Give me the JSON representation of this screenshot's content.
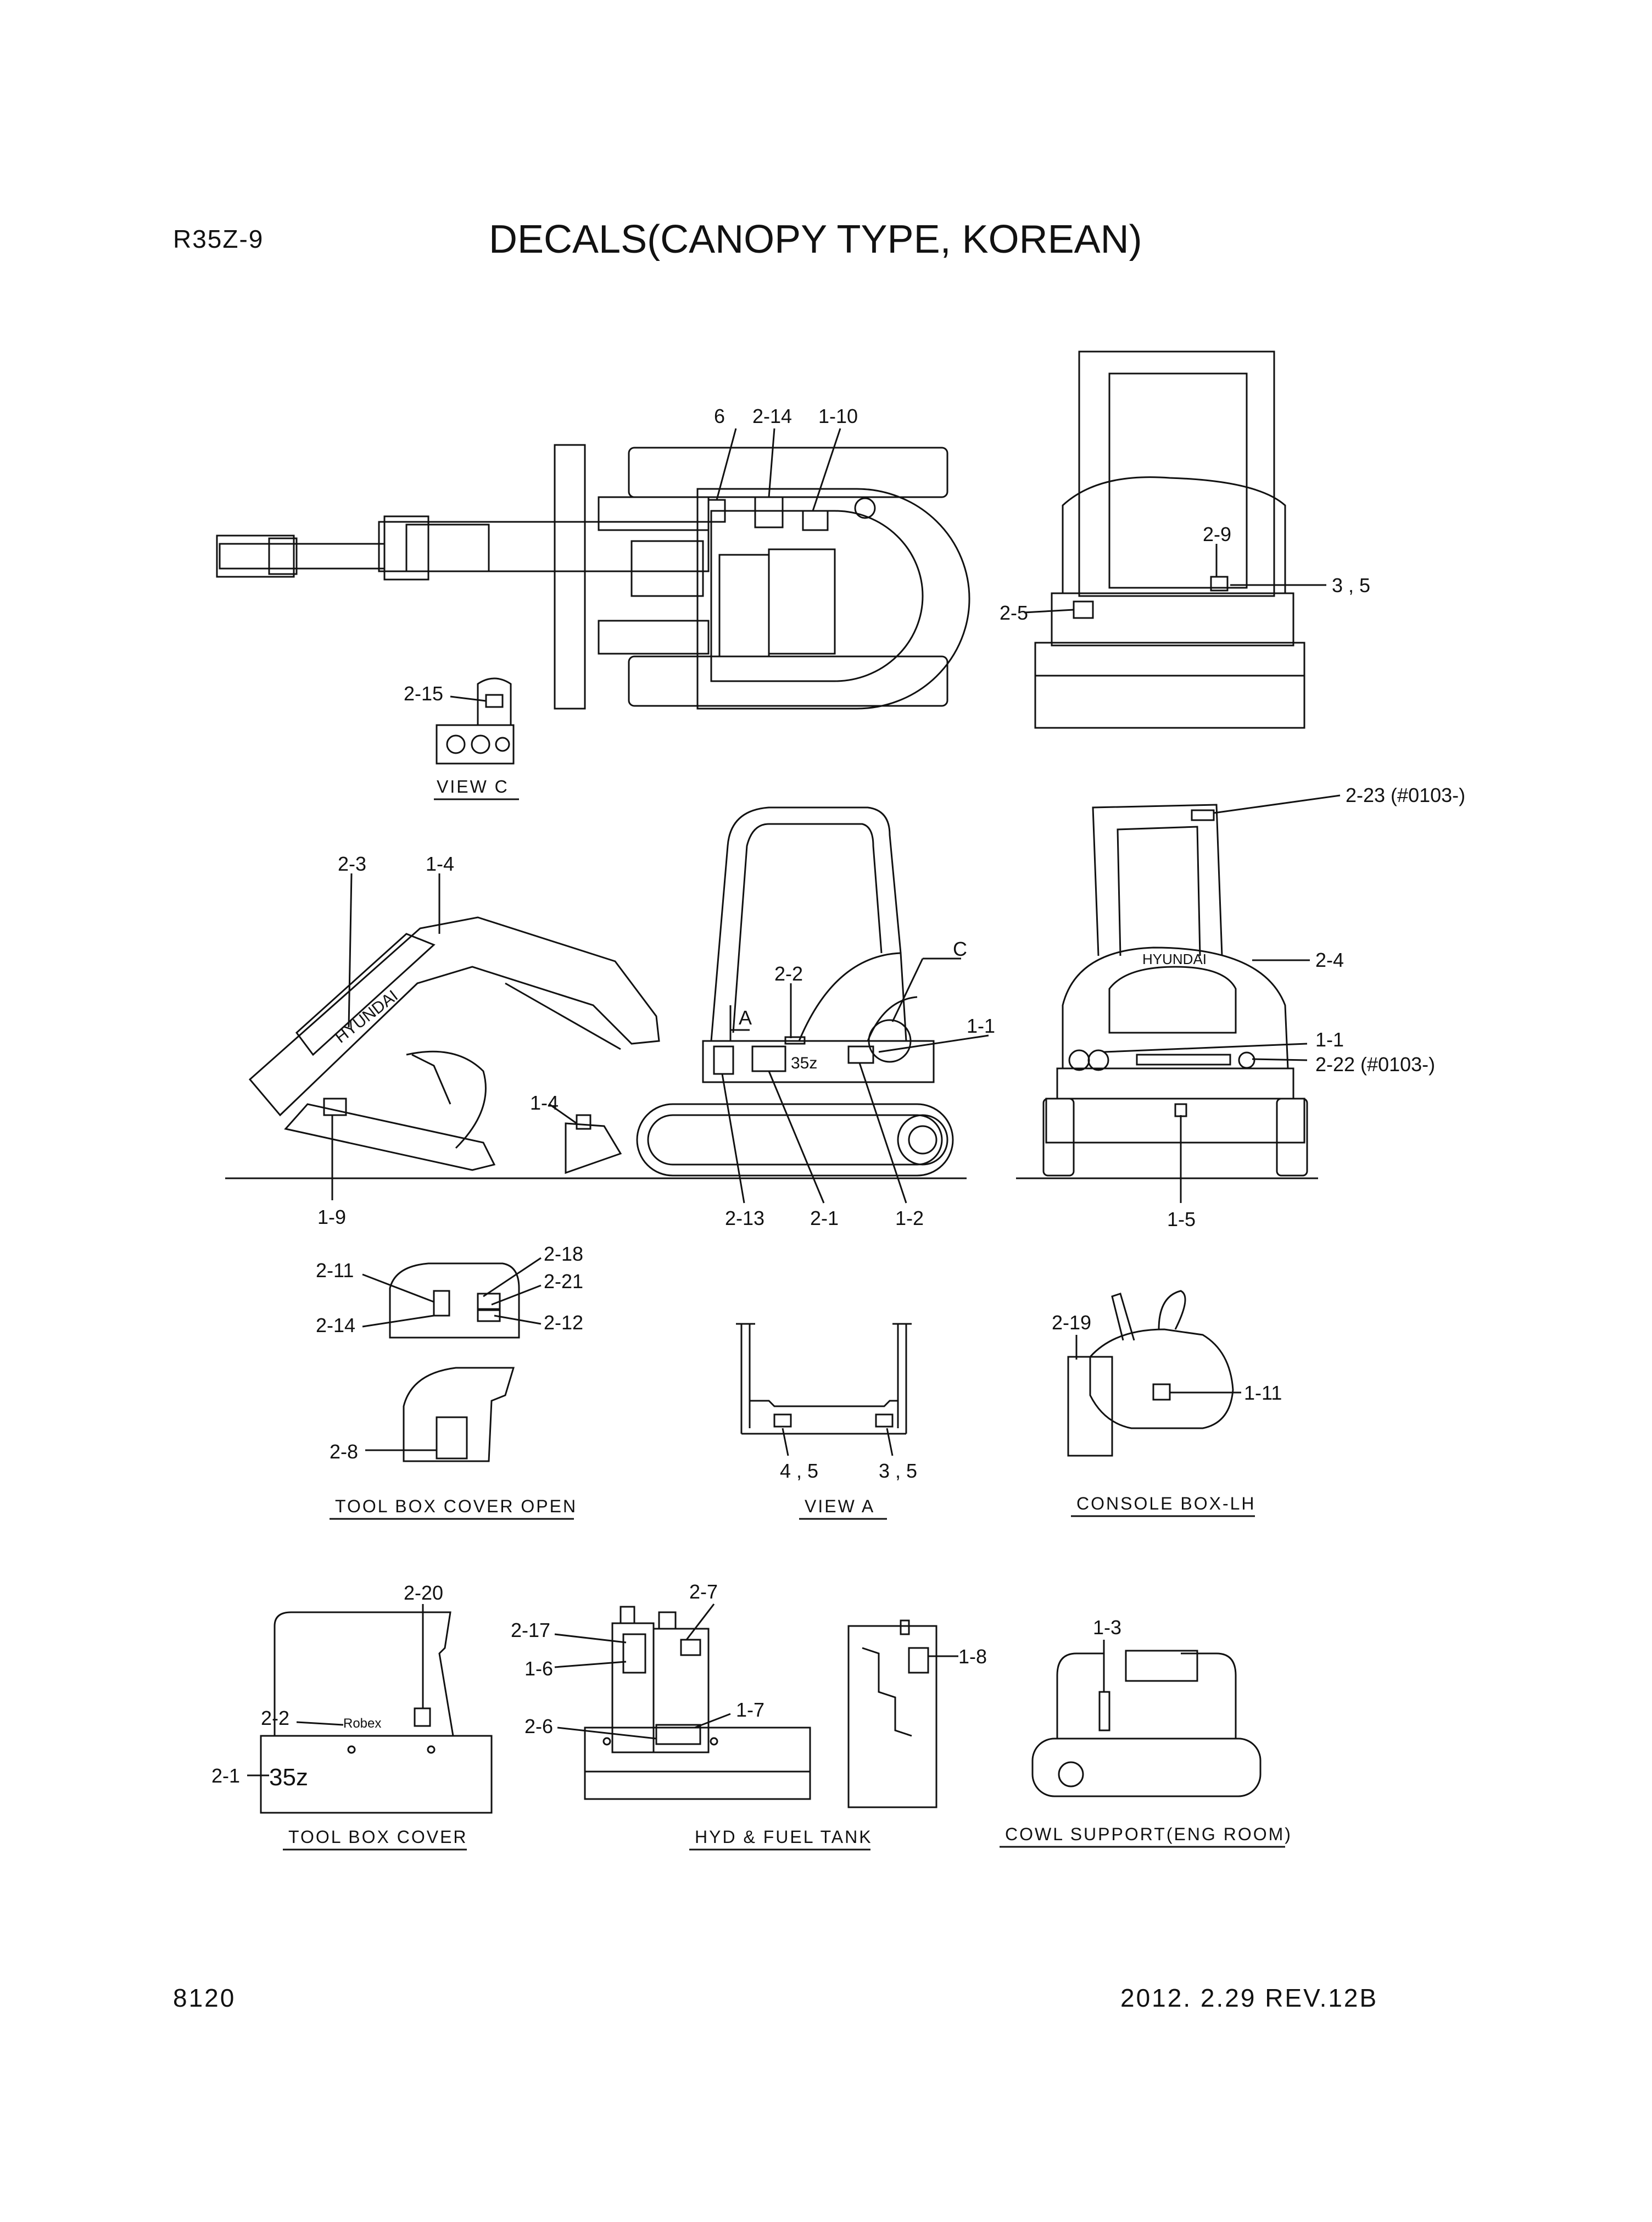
{
  "header": {
    "model": "R35Z-9",
    "title": "DECALS(CANOPY TYPE, KOREAN)"
  },
  "footer": {
    "page_number": "8120",
    "revision": "2012. 2.29 REV.12B"
  },
  "views": {
    "view_c": "VIEW C",
    "view_a": "VIEW A",
    "tool_box_cover_open": "TOOL BOX COVER OPEN",
    "console_box_lh": "CONSOLE BOX-LH",
    "tool_box_cover": "TOOL BOX COVER",
    "hyd_fuel_tank": "HYD & FUEL TANK",
    "cowl_support": "COWL SUPPORT(ENG ROOM)"
  },
  "callouts": {
    "top_6": "6",
    "top_2_14": "2-14",
    "top_1_10": "1-10",
    "c_2_15": "2-15",
    "rear_2_9": "2-9",
    "rear_3_5": "3 , 5",
    "rear_2_5": "2-5",
    "side_2_3": "2-3",
    "side_1_4a": "1-4",
    "side_1_4b": "1-4",
    "side_1_9": "1-9",
    "side_2_2": "2-2",
    "side_a": "A",
    "side_c": "C",
    "side_1_1": "1-1",
    "side_2_13": "2-13",
    "side_2_1": "2-1",
    "side_1_2": "1-2",
    "back_2_23": "2-23 (#0103-)",
    "back_2_4": "2-4",
    "back_1_1": "1-1",
    "back_2_22": "2-22 (#0103-)",
    "back_1_5": "1-5",
    "tbo_2_11": "2-11",
    "tbo_2_18": "2-18",
    "tbo_2_21": "2-21",
    "tbo_2_14": "2-14",
    "tbo_2_12": "2-12",
    "tbo_2_8": "2-8",
    "va_4_5": "4 , 5",
    "va_3_5": "3 , 5",
    "cb_2_19": "2-19",
    "cb_1_11": "1-11",
    "tb_2_20": "2-20",
    "tb_2_2": "2-2",
    "tb_2_1": "2-1",
    "ht_2_7": "2-7",
    "ht_2_17": "2-17",
    "ht_1_6": "1-6",
    "ht_1_7": "1-7",
    "ht_2_6": "2-6",
    "ht_1_8": "1-8",
    "cs_1_3": "1-3"
  },
  "decal_text": {
    "boom_brand": "HYUNDAI",
    "counterweight_brand": "HYUNDAI",
    "model_logo": "35z",
    "toolbox_logo": "35z",
    "toolbox_brand": "Robex"
  }
}
